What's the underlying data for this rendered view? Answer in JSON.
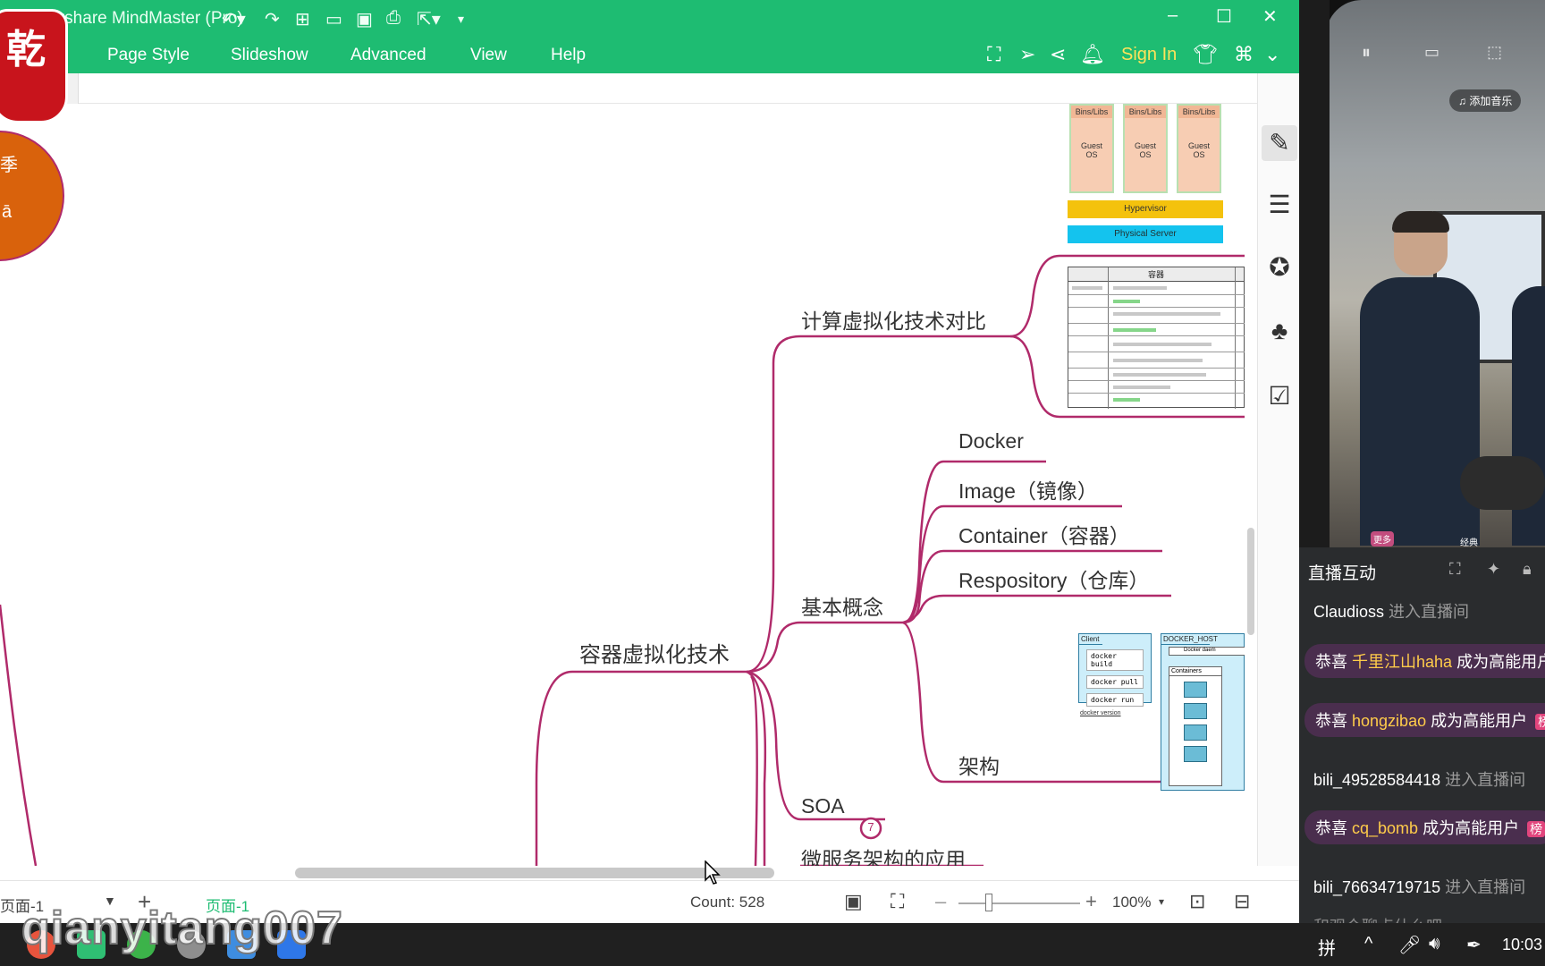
{
  "window": {
    "title": "Wondershare MindMaster (Pro)",
    "minimize_icon": "minimize-icon",
    "maximize_icon": "maximize-icon",
    "close_icon": "close-icon"
  },
  "menu": {
    "items": [
      "Page Style",
      "Slideshow",
      "Advanced",
      "View",
      "Help"
    ],
    "sign_in": "Sign In"
  },
  "mindmap": {
    "root": "容器虚拟化技术",
    "branch_compare": "计算虚拟化技术对比",
    "branch_concepts": "基本概念",
    "concepts": [
      "Docker",
      "Image（镜像）",
      "Container（容器）",
      "Respository（仓库）",
      "架构"
    ],
    "soa": "SOA",
    "soa_badge": "7",
    "microservices": "微服务架构的应用",
    "vm_diagram": {
      "bins": [
        "Bins/Libs",
        "Bins/Libs",
        "Bins/Libs"
      ],
      "guest": [
        "Guest OS",
        "Guest OS",
        "Guest OS"
      ],
      "hypervisor": "Hypervisor",
      "server": "Physical Server"
    },
    "table_header": "容器",
    "docker_arch": {
      "client": "Client",
      "host": "DOCKER_HOST",
      "daemon": "Docker daem",
      "containers": "Containers",
      "cmds": [
        "docker build",
        "docker pull",
        "docker run"
      ],
      "version": "docker version"
    },
    "sticker_chars": [
      "乾",
      "季",
      "ā"
    ]
  },
  "status": {
    "page_select": "页面-1",
    "page_tab": "页面-1",
    "count": "Count: 528",
    "zoom": "100%"
  },
  "live": {
    "add_music": "添加音乐",
    "more": "更多",
    "classic": "经典",
    "title": "直播互动",
    "chat": [
      {
        "user": "Claudioss",
        "text": " 进入直播间",
        "type": "enter"
      },
      {
        "prefix": "恭喜 ",
        "user": "千里江山haha",
        "text": " 成为高能用户",
        "type": "congrats"
      },
      {
        "prefix": "恭喜 ",
        "user": "hongzibao",
        "text": " 成为高能用户",
        "type": "congrats"
      },
      {
        "user": "bili_49528584418",
        "text": " 进入直播间",
        "type": "enter"
      },
      {
        "prefix": "恭喜 ",
        "user": "cq_bomb",
        "text": " 成为高能用户",
        "type": "congrats"
      },
      {
        "user": "bili_76634719715",
        "text": " 进入直播间",
        "type": "enter"
      }
    ],
    "badge": "榜",
    "partial_line": "和观众聊点什么吧"
  },
  "taskbar": {
    "ime": "拼",
    "clock": "10:03"
  },
  "watermark": "qianyitang007",
  "colors": {
    "accent": "#1ebc72",
    "branch": "#b02a6a",
    "signin": "#ffe35a"
  }
}
